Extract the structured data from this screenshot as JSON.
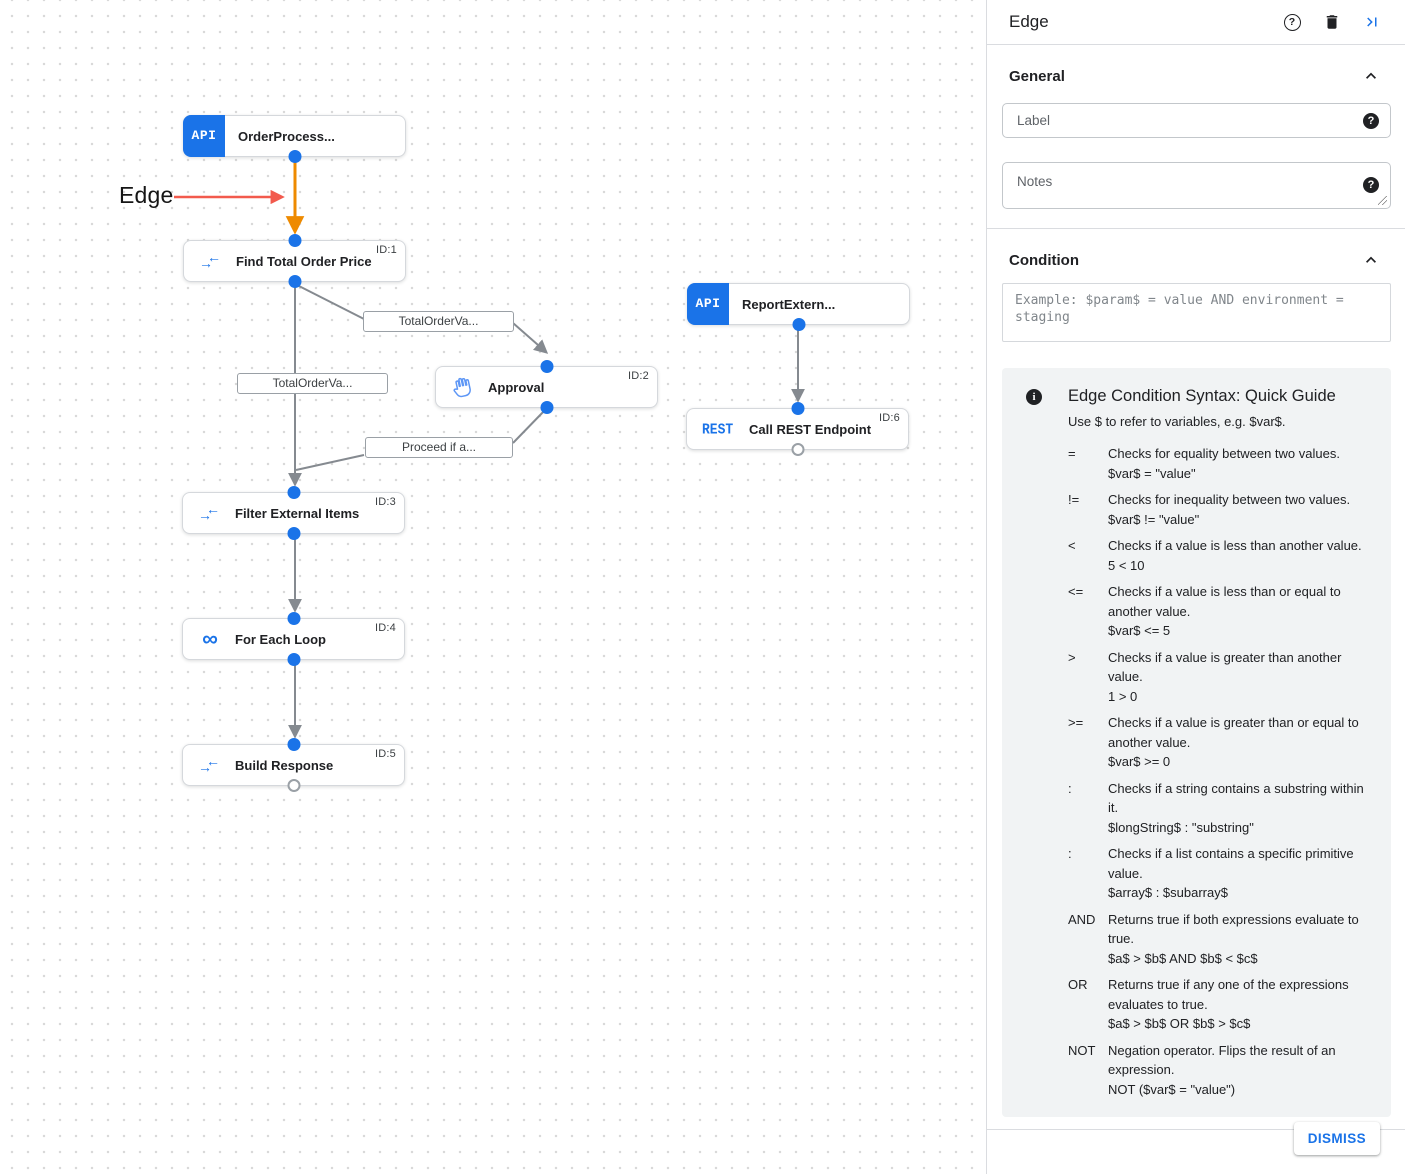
{
  "canvas": {
    "annotation": {
      "text": "Edge"
    },
    "nodes": [
      {
        "label": "OrderProcess...",
        "badge": "API"
      },
      {
        "label": "Find Total Order Price",
        "id_label": "ID:1"
      },
      {
        "label": "Approval",
        "id_label": "ID:2"
      },
      {
        "label": "ReportExtern...",
        "badge": "API"
      },
      {
        "label": "Call REST Endpoint",
        "id_label": "ID:6",
        "badge": "REST"
      },
      {
        "label": "Filter External Items",
        "id_label": "ID:3"
      },
      {
        "label": "For Each Loop",
        "id_label": "ID:4"
      },
      {
        "label": "Build Response",
        "id_label": "ID:5"
      }
    ],
    "edge_labels": [
      "TotalOrderVa...",
      "TotalOrderVa...",
      "Proceed if a..."
    ]
  },
  "panel": {
    "title": "Edge",
    "sections": {
      "general": "General",
      "condition": "Condition"
    },
    "fields": {
      "label_placeholder": "Label",
      "notes_placeholder": "Notes",
      "condition_placeholder": "Example: $param$ = value AND environment = staging"
    },
    "guide": {
      "title": "Edge Condition Syntax: Quick Guide",
      "subtitle": "Use $ to refer to variables, e.g. $var$.",
      "rows": [
        {
          "op": "=",
          "desc": "Checks for equality between two values.",
          "example": "$var$ = \"value\""
        },
        {
          "op": "!=",
          "desc": "Checks for inequality between two values.",
          "example": "$var$ != \"value\""
        },
        {
          "op": "<",
          "desc": "Checks if a value is less than another value.",
          "example": "5 < 10"
        },
        {
          "op": "<=",
          "desc": "Checks if a value is less than or equal to another value.",
          "example": "$var$ <= 5"
        },
        {
          "op": ">",
          "desc": "Checks if a value is greater than another value.",
          "example": "1 > 0"
        },
        {
          "op": ">=",
          "desc": "Checks if a value is greater than or equal to another value.",
          "example": "$var$ >= 0"
        },
        {
          "op": ":",
          "desc": "Checks if a string contains a substring within it.",
          "example": "$longString$ : \"substring\""
        },
        {
          "op": ":",
          "desc": "Checks if a list contains a specific primitive value.",
          "example": "$array$ : $subarray$"
        },
        {
          "op": "AND",
          "desc": "Returns true if both expressions evaluate to true.",
          "example": "$a$ > $b$ AND $b$ < $c$"
        },
        {
          "op": "OR",
          "desc": "Returns true if any one of the expressions evaluates to true.",
          "example": "$a$ > $b$ OR $b$ > $c$"
        },
        {
          "op": "NOT",
          "desc": "Negation operator. Flips the result of an expression.",
          "example": "NOT ($var$ = \"value\")"
        }
      ]
    },
    "dismiss_label": "DISMISS"
  },
  "colors": {
    "accent_blue": "#1a73e8",
    "selected_edge_orange": "#ee8a00",
    "annotation_red": "#f25a4d",
    "edge_gray": "#858a90"
  }
}
